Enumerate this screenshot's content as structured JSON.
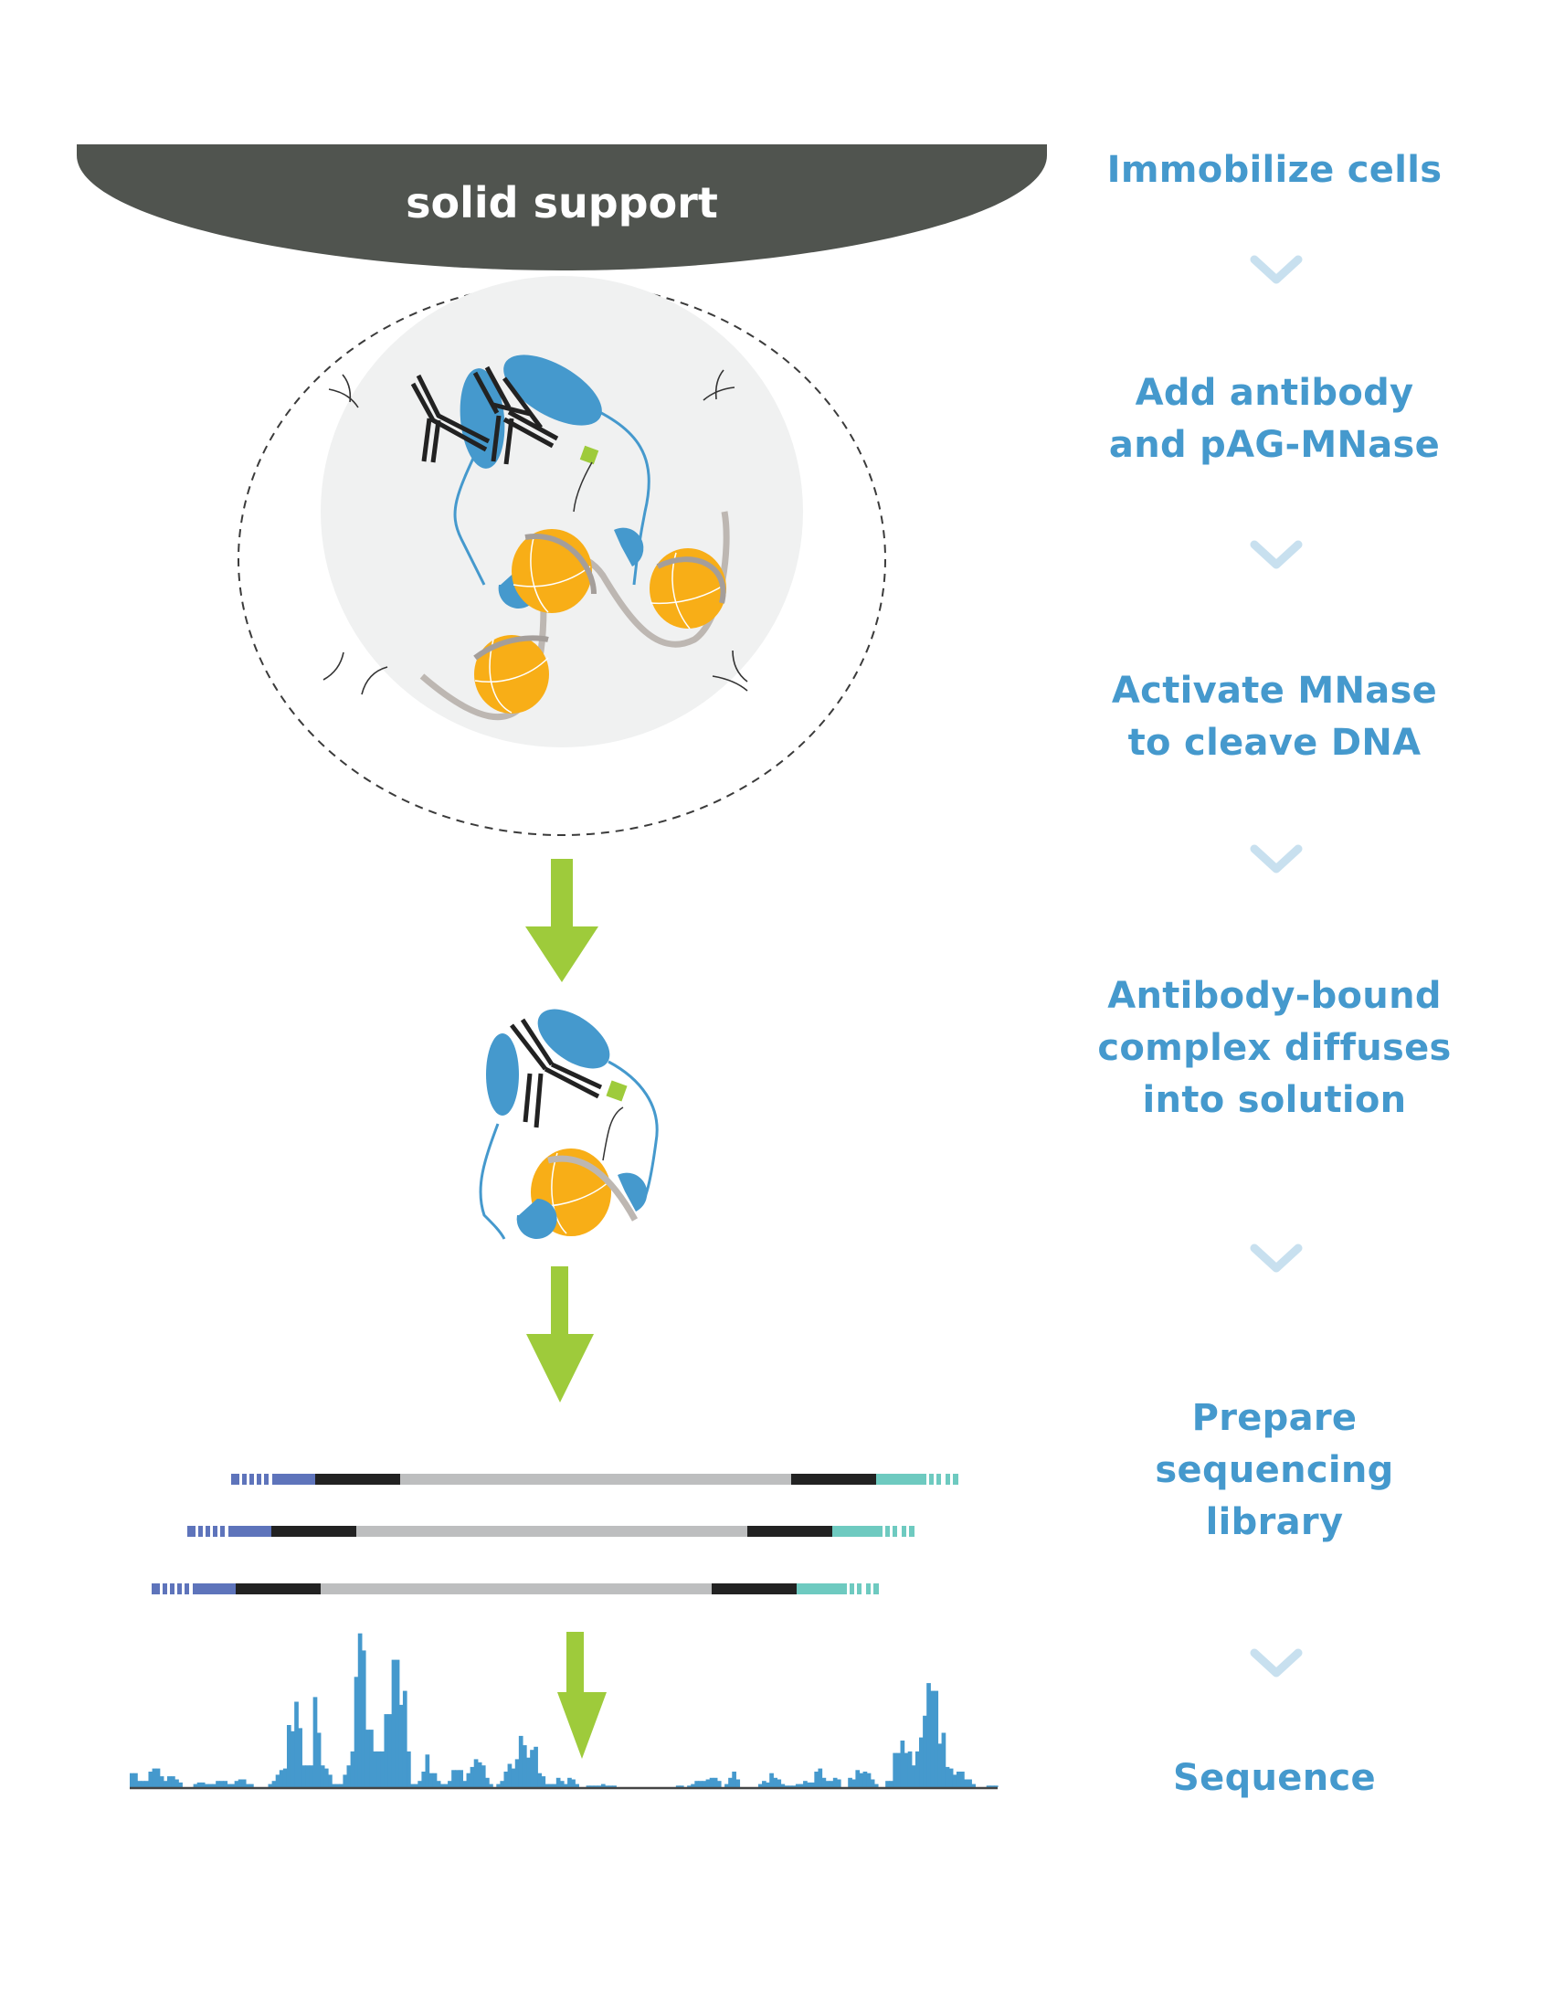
{
  "diagram": {
    "solid_support_label": "solid support",
    "steps": [
      {
        "lines": [
          "Immobilize cells"
        ]
      },
      {
        "lines": [
          "Add antibody",
          "and pAG-MNase"
        ]
      },
      {
        "lines": [
          "Activate MNase",
          "to cleave DNA"
        ]
      },
      {
        "lines": [
          "Antibody-bound",
          "complex diffuses",
          "into solution"
        ]
      },
      {
        "lines": [
          "Prepare",
          "sequencing",
          "library"
        ]
      },
      {
        "lines": [
          "Sequence"
        ]
      }
    ],
    "colors": {
      "step_text": "#4599cd",
      "chevron": "#c8e0ef",
      "solid_support": "#50544f",
      "arrow": "#9ecb3b",
      "protein": "#4599cd",
      "nucleosome": "#f8ae17",
      "dna": "#bdb7b2",
      "nucleus": "#f0f1f1",
      "adapter_left": "#5e74bb",
      "adapter_right": "#6ecac0",
      "barcode": "#222222",
      "insert": "#bdbebf",
      "coverage": "#4599cd"
    }
  },
  "chart_data": {
    "type": "bar",
    "title": "",
    "xlabel": "",
    "ylabel": "",
    "description": "Sequencing read coverage track (relative heights, 0-1)",
    "ylim": [
      0,
      1
    ],
    "values": [
      0.09,
      0.09,
      0.04,
      0.04,
      0.04,
      0.1,
      0.12,
      0.12,
      0.07,
      0.04,
      0.07,
      0.07,
      0.05,
      0.03,
      0.0,
      0.0,
      0.0,
      0.02,
      0.03,
      0.03,
      0.02,
      0.02,
      0.02,
      0.04,
      0.04,
      0.04,
      0.02,
      0.02,
      0.04,
      0.05,
      0.05,
      0.02,
      0.02,
      0.0,
      0.0,
      0.0,
      0.0,
      0.02,
      0.04,
      0.08,
      0.11,
      0.12,
      0.4,
      0.36,
      0.55,
      0.38,
      0.14,
      0.14,
      0.14,
      0.58,
      0.35,
      0.14,
      0.12,
      0.08,
      0.02,
      0.02,
      0.02,
      0.08,
      0.14,
      0.23,
      0.71,
      0.99,
      0.88,
      0.37,
      0.37,
      0.23,
      0.23,
      0.23,
      0.47,
      0.47,
      0.82,
      0.82,
      0.53,
      0.62,
      0.23,
      0.02,
      0.02,
      0.04,
      0.1,
      0.21,
      0.09,
      0.09,
      0.04,
      0.02,
      0.02,
      0.04,
      0.11,
      0.11,
      0.11,
      0.04,
      0.09,
      0.13,
      0.18,
      0.16,
      0.14,
      0.06,
      0.02,
      0.0,
      0.02,
      0.04,
      0.1,
      0.15,
      0.12,
      0.18,
      0.33,
      0.27,
      0.19,
      0.24,
      0.26,
      0.09,
      0.07,
      0.02,
      0.02,
      0.02,
      0.06,
      0.04,
      0.02,
      0.06,
      0.05,
      0.02,
      0.0,
      0.0,
      0.01,
      0.01,
      0.01,
      0.01,
      0.02,
      0.01,
      0.01,
      0.01,
      0.0,
      0.0,
      0.0,
      0.0,
      0.0,
      0.0,
      0.0,
      0.0,
      0.0,
      0.0,
      0.0,
      0.0,
      0.0,
      0.0,
      0.0,
      0.0,
      0.01,
      0.01,
      0.0,
      0.01,
      0.02,
      0.04,
      0.04,
      0.04,
      0.05,
      0.06,
      0.06,
      0.04,
      0.0,
      0.02,
      0.06,
      0.1,
      0.05,
      0.0,
      0.0,
      0.0,
      0.0,
      0.0,
      0.02,
      0.04,
      0.03,
      0.09,
      0.06,
      0.05,
      0.02,
      0.01,
      0.01,
      0.01,
      0.02,
      0.02,
      0.04,
      0.03,
      0.03,
      0.1,
      0.12,
      0.06,
      0.04,
      0.04,
      0.06,
      0.05,
      0.0,
      0.0,
      0.06,
      0.05,
      0.11,
      0.09,
      0.1,
      0.09,
      0.05,
      0.02,
      0.0,
      0.0,
      0.04,
      0.04,
      0.22,
      0.22,
      0.3,
      0.22,
      0.23,
      0.14,
      0.23,
      0.32,
      0.46,
      0.67,
      0.62,
      0.62,
      0.28,
      0.35,
      0.13,
      0.12,
      0.08,
      0.1,
      0.1,
      0.05,
      0.05,
      0.02,
      0.0,
      0.0,
      0.0,
      0.01,
      0.01,
      0.01
    ]
  }
}
